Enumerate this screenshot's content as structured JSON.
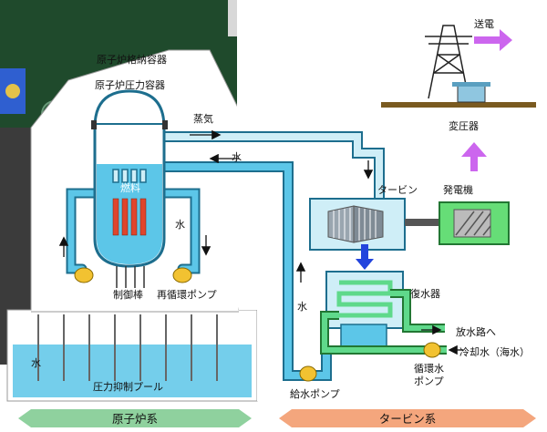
{
  "labels": {
    "containment": "原子炉格納容器",
    "pressure_vessel": "原子炉圧力容器",
    "steam": "蒸気",
    "water_top": "水",
    "fuel": "燃料",
    "water_inner": "水",
    "control_rod": "制御棒",
    "recirc_pump": "再循環ポンプ",
    "pool_water": "水",
    "suppression_pool": "圧力抑制プール",
    "turbine": "タービン",
    "generator": "発電機",
    "transformer": "変圧器",
    "transmission": "送電",
    "condenser": "復水器",
    "water_left": "水",
    "discharge": "放水路へ",
    "cooling_water": "冷却水（海水）",
    "circ_pump_1": "循環水",
    "circ_pump_2": "ポンプ",
    "feed_pump": "給水ポンプ"
  },
  "systems": {
    "reactor": "原子炉系",
    "turbine": "タービン系"
  },
  "colors": {
    "steam_pipe": "#cfeef7",
    "water_pipe": "#5cc6e8",
    "pipe_outline": "#1d6e8e",
    "seawater_pipe": "#5fd98b",
    "fuel_rod": "#e0452c",
    "generator": "#66dd77",
    "pump": "#f2c231",
    "arrow_purple": "#cc66ee",
    "reactor_band": "#8fd19e",
    "turbine_band": "#f4a67d"
  }
}
